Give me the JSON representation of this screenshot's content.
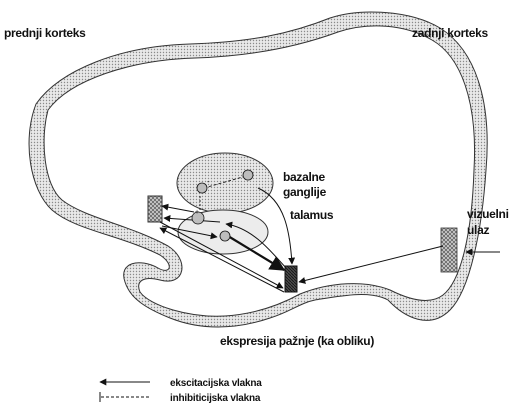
{
  "labels": {
    "front_cortex": "prednji korteks",
    "back_cortex": "zadnji korteks",
    "basal_ganglia_line1": "bazalne",
    "basal_ganglia_line2": "ganglije",
    "thalamus": "talamus",
    "visual_input_line1": "vizuelni",
    "visual_input_line2": "ulaz",
    "attention_expression": "ekspresija pažnje (ka obliku)"
  },
  "legend": {
    "excitatory": "ekscitacijska vlakna",
    "inhibitory": "inhibiticijska vlakna"
  },
  "node_markers": {
    "plus": "+",
    "minus": "-"
  },
  "colors": {
    "cortex_fill": "#d8d8d8",
    "cortex_outline": "#333333",
    "region_fill": "#e6e6e6",
    "node_fill": "#bdbdbd",
    "line": "#111111"
  }
}
